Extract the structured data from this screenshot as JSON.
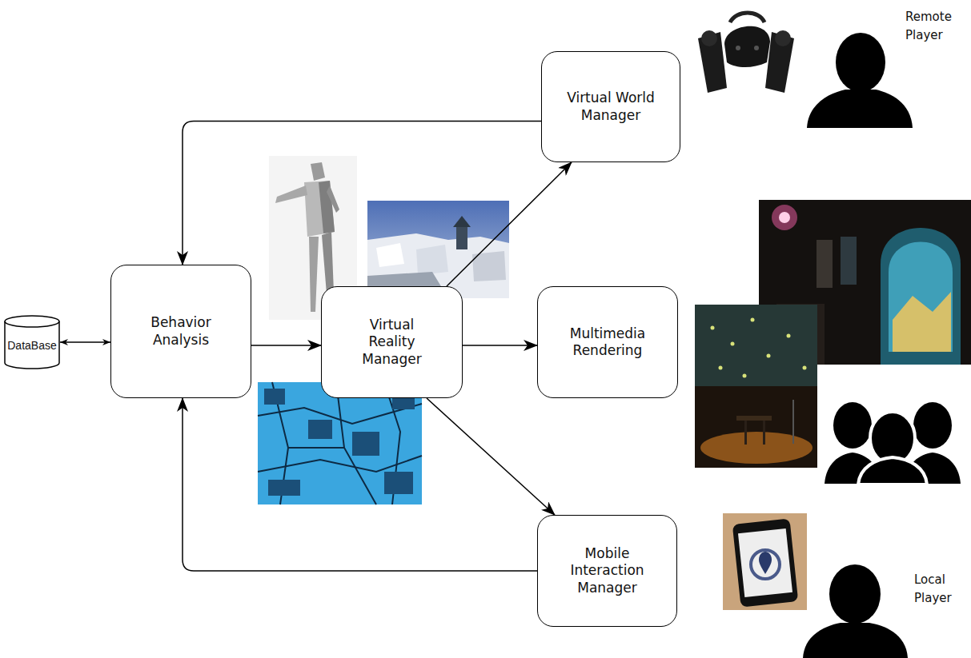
{
  "diagram": {
    "nodes": [
      {
        "text": [
          "DataBase"
        ]
      },
      {
        "text": [
          "Behavior Analysis"
        ]
      },
      {
        "text": [
          "Virtual Reality Manager"
        ]
      },
      {
        "text": [
          "Virtual World Manager"
        ]
      },
      {
        "text": [
          "Multimedia Rendering"
        ]
      },
      {
        "text": [
          "Mobile Interaction Manager"
        ]
      }
    ],
    "edges": [
      {
        "from": 0,
        "to": 1,
        "arrow": "both"
      },
      {
        "from": 1,
        "to": 2,
        "arrow": "to"
      },
      {
        "from": 2,
        "to": 3,
        "arrow": "to"
      },
      {
        "from": 2,
        "to": 4,
        "arrow": "to"
      },
      {
        "from": 2,
        "to": 5,
        "arrow": "to"
      },
      {
        "from": 3,
        "to": 1,
        "arrow": "to"
      },
      {
        "from": 5,
        "to": 1,
        "arrow": "to"
      }
    ],
    "labels": [
      "Remote Player",
      "Local Player"
    ]
  }
}
